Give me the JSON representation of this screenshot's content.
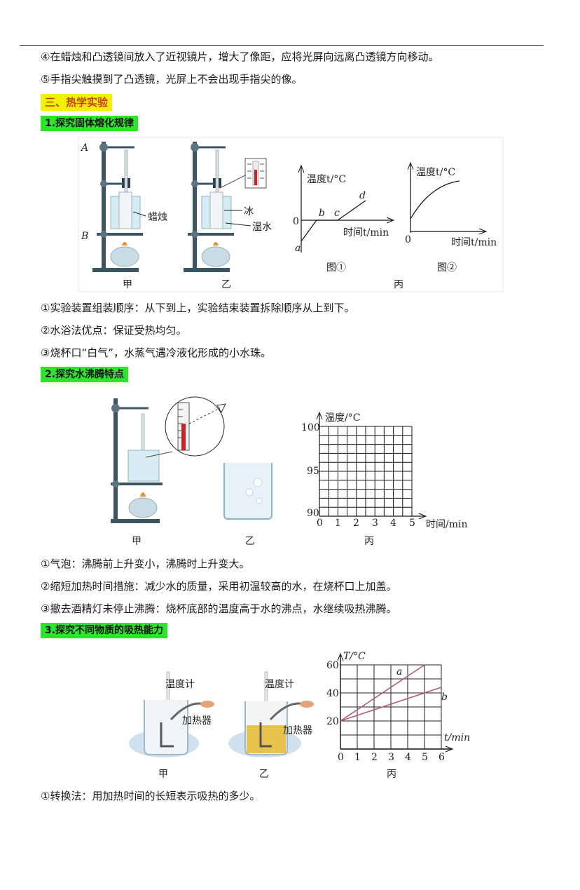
{
  "lens_notes": {
    "item4": "④在蜡烛和凸透镜间放入了近视镜片，增大了像距，应将光屏向远离凸透镜方向移动。",
    "item5": "⑤手指尖触摸到了凸透镜，光屏上不会出现手指尖的像。"
  },
  "section": {
    "title": "三、热学实验"
  },
  "exp1": {
    "title": "1.探究固体熔化规律",
    "labels": {
      "A": "A",
      "B": "B",
      "candle": "蜡烛",
      "ice": "冰",
      "warm_water": "温水",
      "jia": "甲",
      "yi": "乙",
      "bing": "丙",
      "fig1": "图①",
      "fig2": "图②"
    },
    "graph1": {
      "ylabel": "温度t/°C",
      "xlabel": "时间t/min",
      "origin": "0",
      "points": {
        "a": "a",
        "b": "b",
        "c": "c",
        "d": "d"
      }
    },
    "graph2": {
      "ylabel": "温度t/°C",
      "xlabel": "时间t/min",
      "origin": "0"
    },
    "notes": [
      "①实验装置组装顺序：从下到上，实验结束装置拆除顺序从上到下。",
      "②水浴法优点：保证受热均匀。",
      "③烧杯口“白气”，水蒸气遇冷液化形成的小水珠。"
    ]
  },
  "exp2": {
    "title": "2.探究水沸腾特点",
    "labels": {
      "jia": "甲",
      "yi": "乙",
      "bing": "丙"
    },
    "grid": {
      "ylabel": "温度/°C",
      "xlabel": "时间/min",
      "yticks": [
        "100",
        "95",
        "90"
      ],
      "xticks": [
        "0",
        "1",
        "2",
        "3",
        "4",
        "5"
      ]
    },
    "notes": [
      "①气泡：沸腾前上升变小，沸腾时上升变大。",
      "②缩短加热时间措施：减少水的质量，采用初温较高的水，在烧杯口上加盖。",
      "③撤去酒精灯未停止沸腾：烧杯底部的温度高于水的沸点，水继续吸热沸腾。"
    ]
  },
  "exp3": {
    "title": "3.探究不同物质的吸热能力",
    "labels": {
      "thermometer1": "温度计",
      "heater1": "加热器",
      "thermometer2": "温度计",
      "heater2": "加热器",
      "jia": "甲",
      "yi": "乙",
      "bing": "丙"
    },
    "notes": [
      "①转换法：用加热时间的长短表示吸热的多少。"
    ]
  },
  "chart_data": {
    "type": "line",
    "title": "",
    "xlabel": "t/min",
    "ylabel": "T/°C",
    "xlim": [
      0,
      6
    ],
    "ylim": [
      0,
      60
    ],
    "xticks": [
      "0",
      "1",
      "2",
      "3",
      "4",
      "5",
      "6"
    ],
    "yticks": [
      "20",
      "40",
      "60"
    ],
    "grid": true,
    "series": [
      {
        "name": "a",
        "x": [
          0,
          5
        ],
        "y": [
          20,
          60
        ],
        "color": "#b05878"
      },
      {
        "name": "b",
        "x": [
          0,
          6
        ],
        "y": [
          20,
          44
        ],
        "color": "#b05878"
      }
    ]
  }
}
